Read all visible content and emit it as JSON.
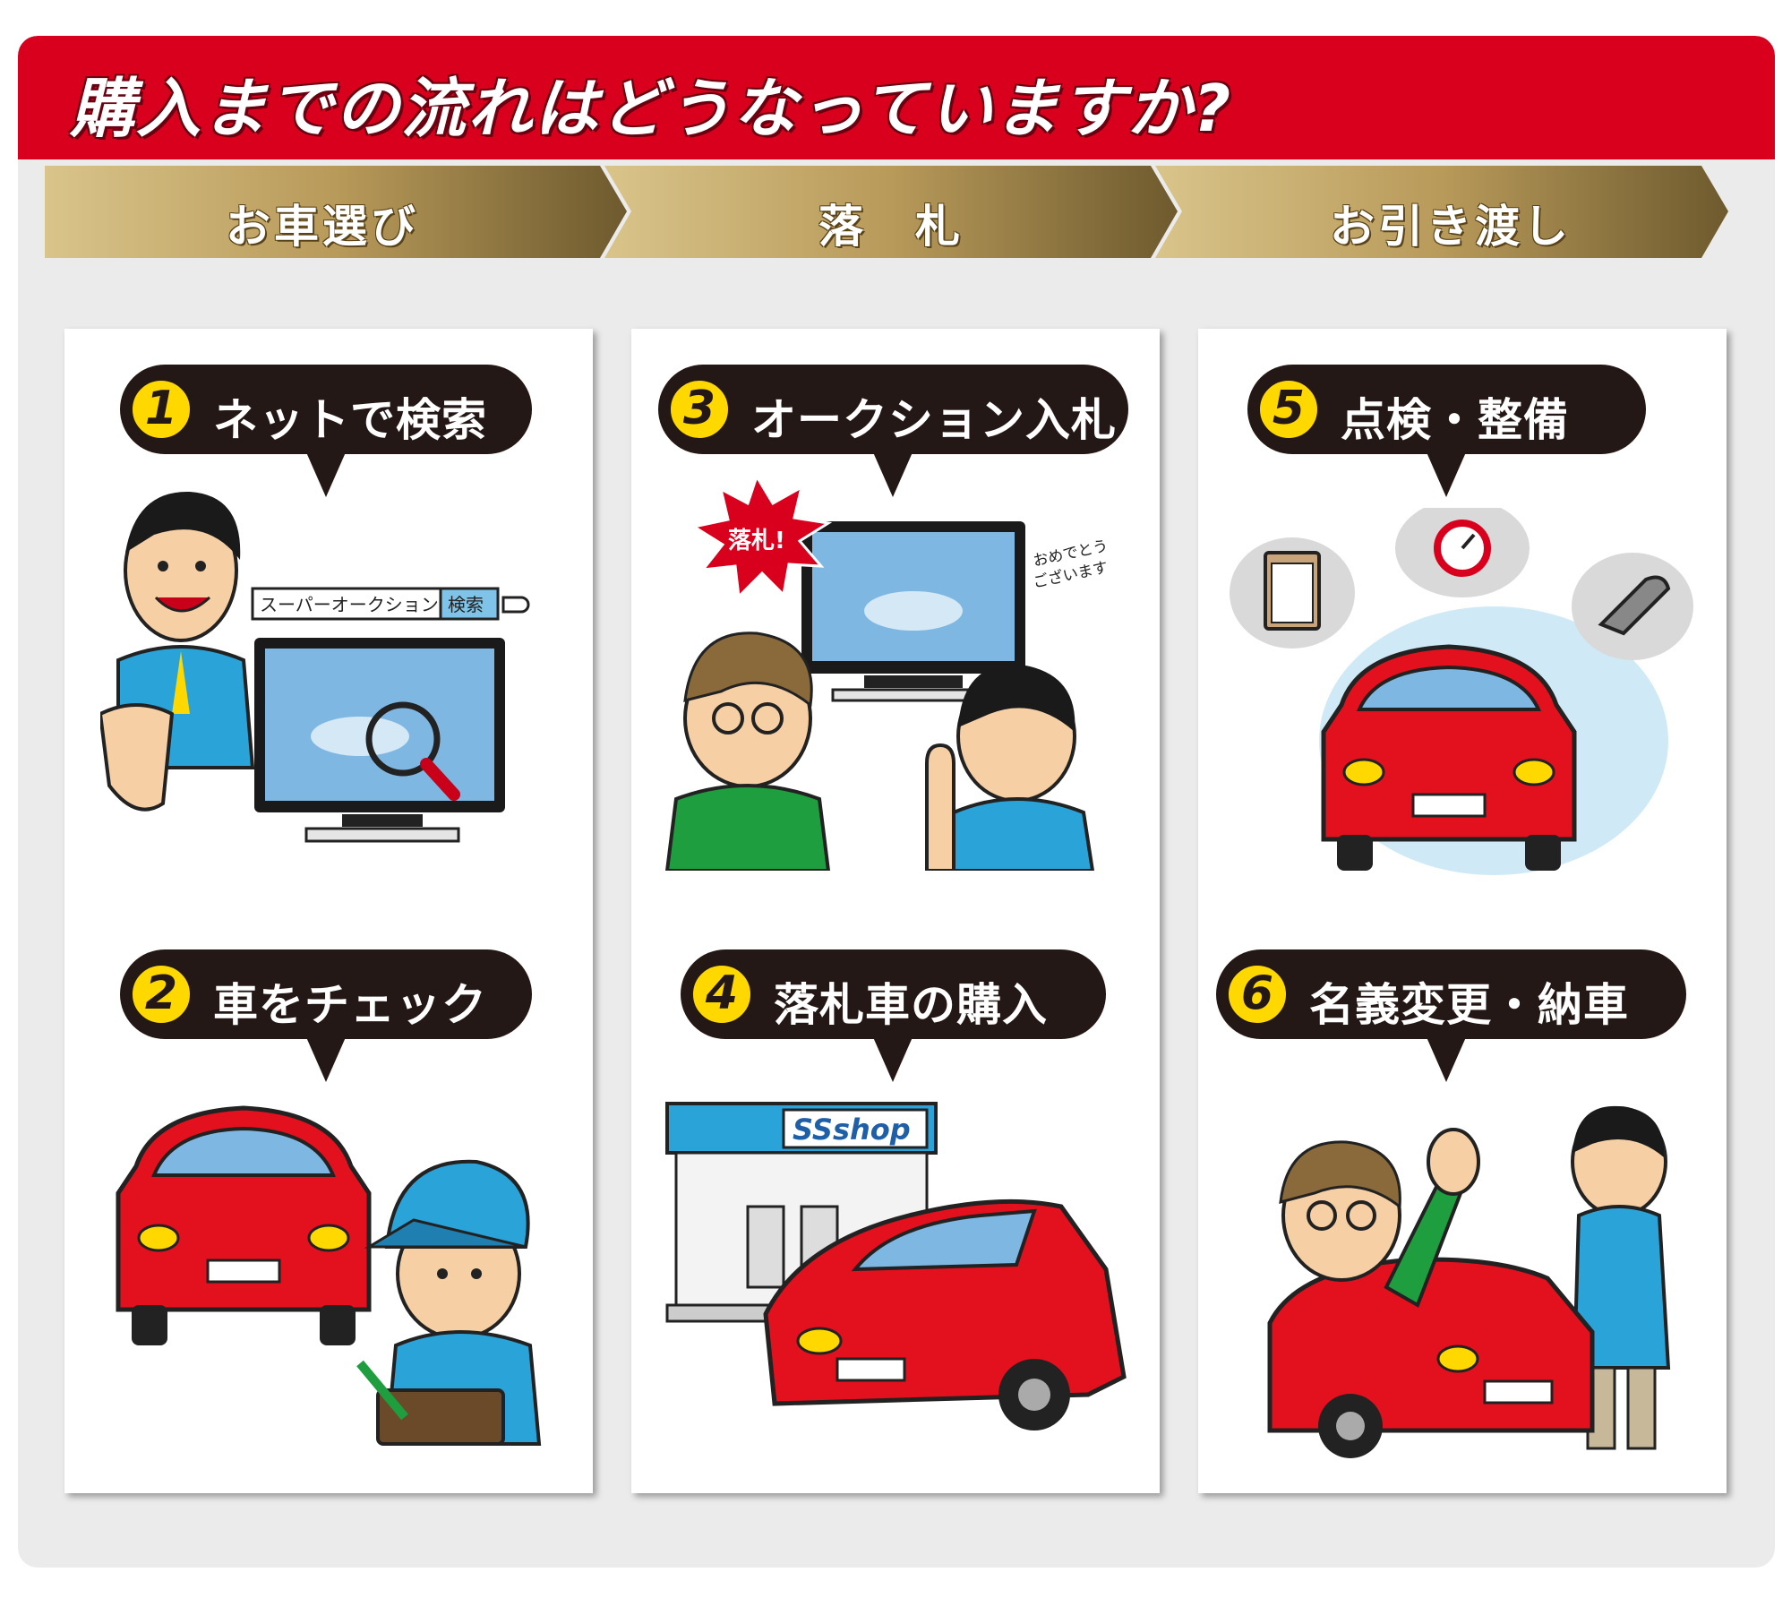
{
  "title": "購入までの流れはどうなっていますか?",
  "phases": [
    {
      "label": "お車選び"
    },
    {
      "label": "落　札"
    },
    {
      "label": "お引き渡し"
    }
  ],
  "steps": [
    {
      "num": "1",
      "label": "ネットで検索"
    },
    {
      "num": "2",
      "label": "車をチェック"
    },
    {
      "num": "3",
      "label": "オークション入札"
    },
    {
      "num": "4",
      "label": "落札車の購入"
    },
    {
      "num": "5",
      "label": "点検・整備"
    },
    {
      "num": "6",
      "label": "名義変更・納車"
    }
  ],
  "illustrations": {
    "search_bar_text": "スーパーオークション",
    "search_button": "検索",
    "winning_burst": "落札!",
    "congrats_line1": "おめでとう",
    "congrats_line2": "ございます",
    "shop_sign": "SSshop"
  },
  "colors": {
    "title_red": "#d8001c",
    "gold_band": "#b89a5a",
    "step_dark": "#231815",
    "step_yellow": "#ffd800",
    "car_red": "#e3101e",
    "uniform_blue": "#29a3d8"
  }
}
